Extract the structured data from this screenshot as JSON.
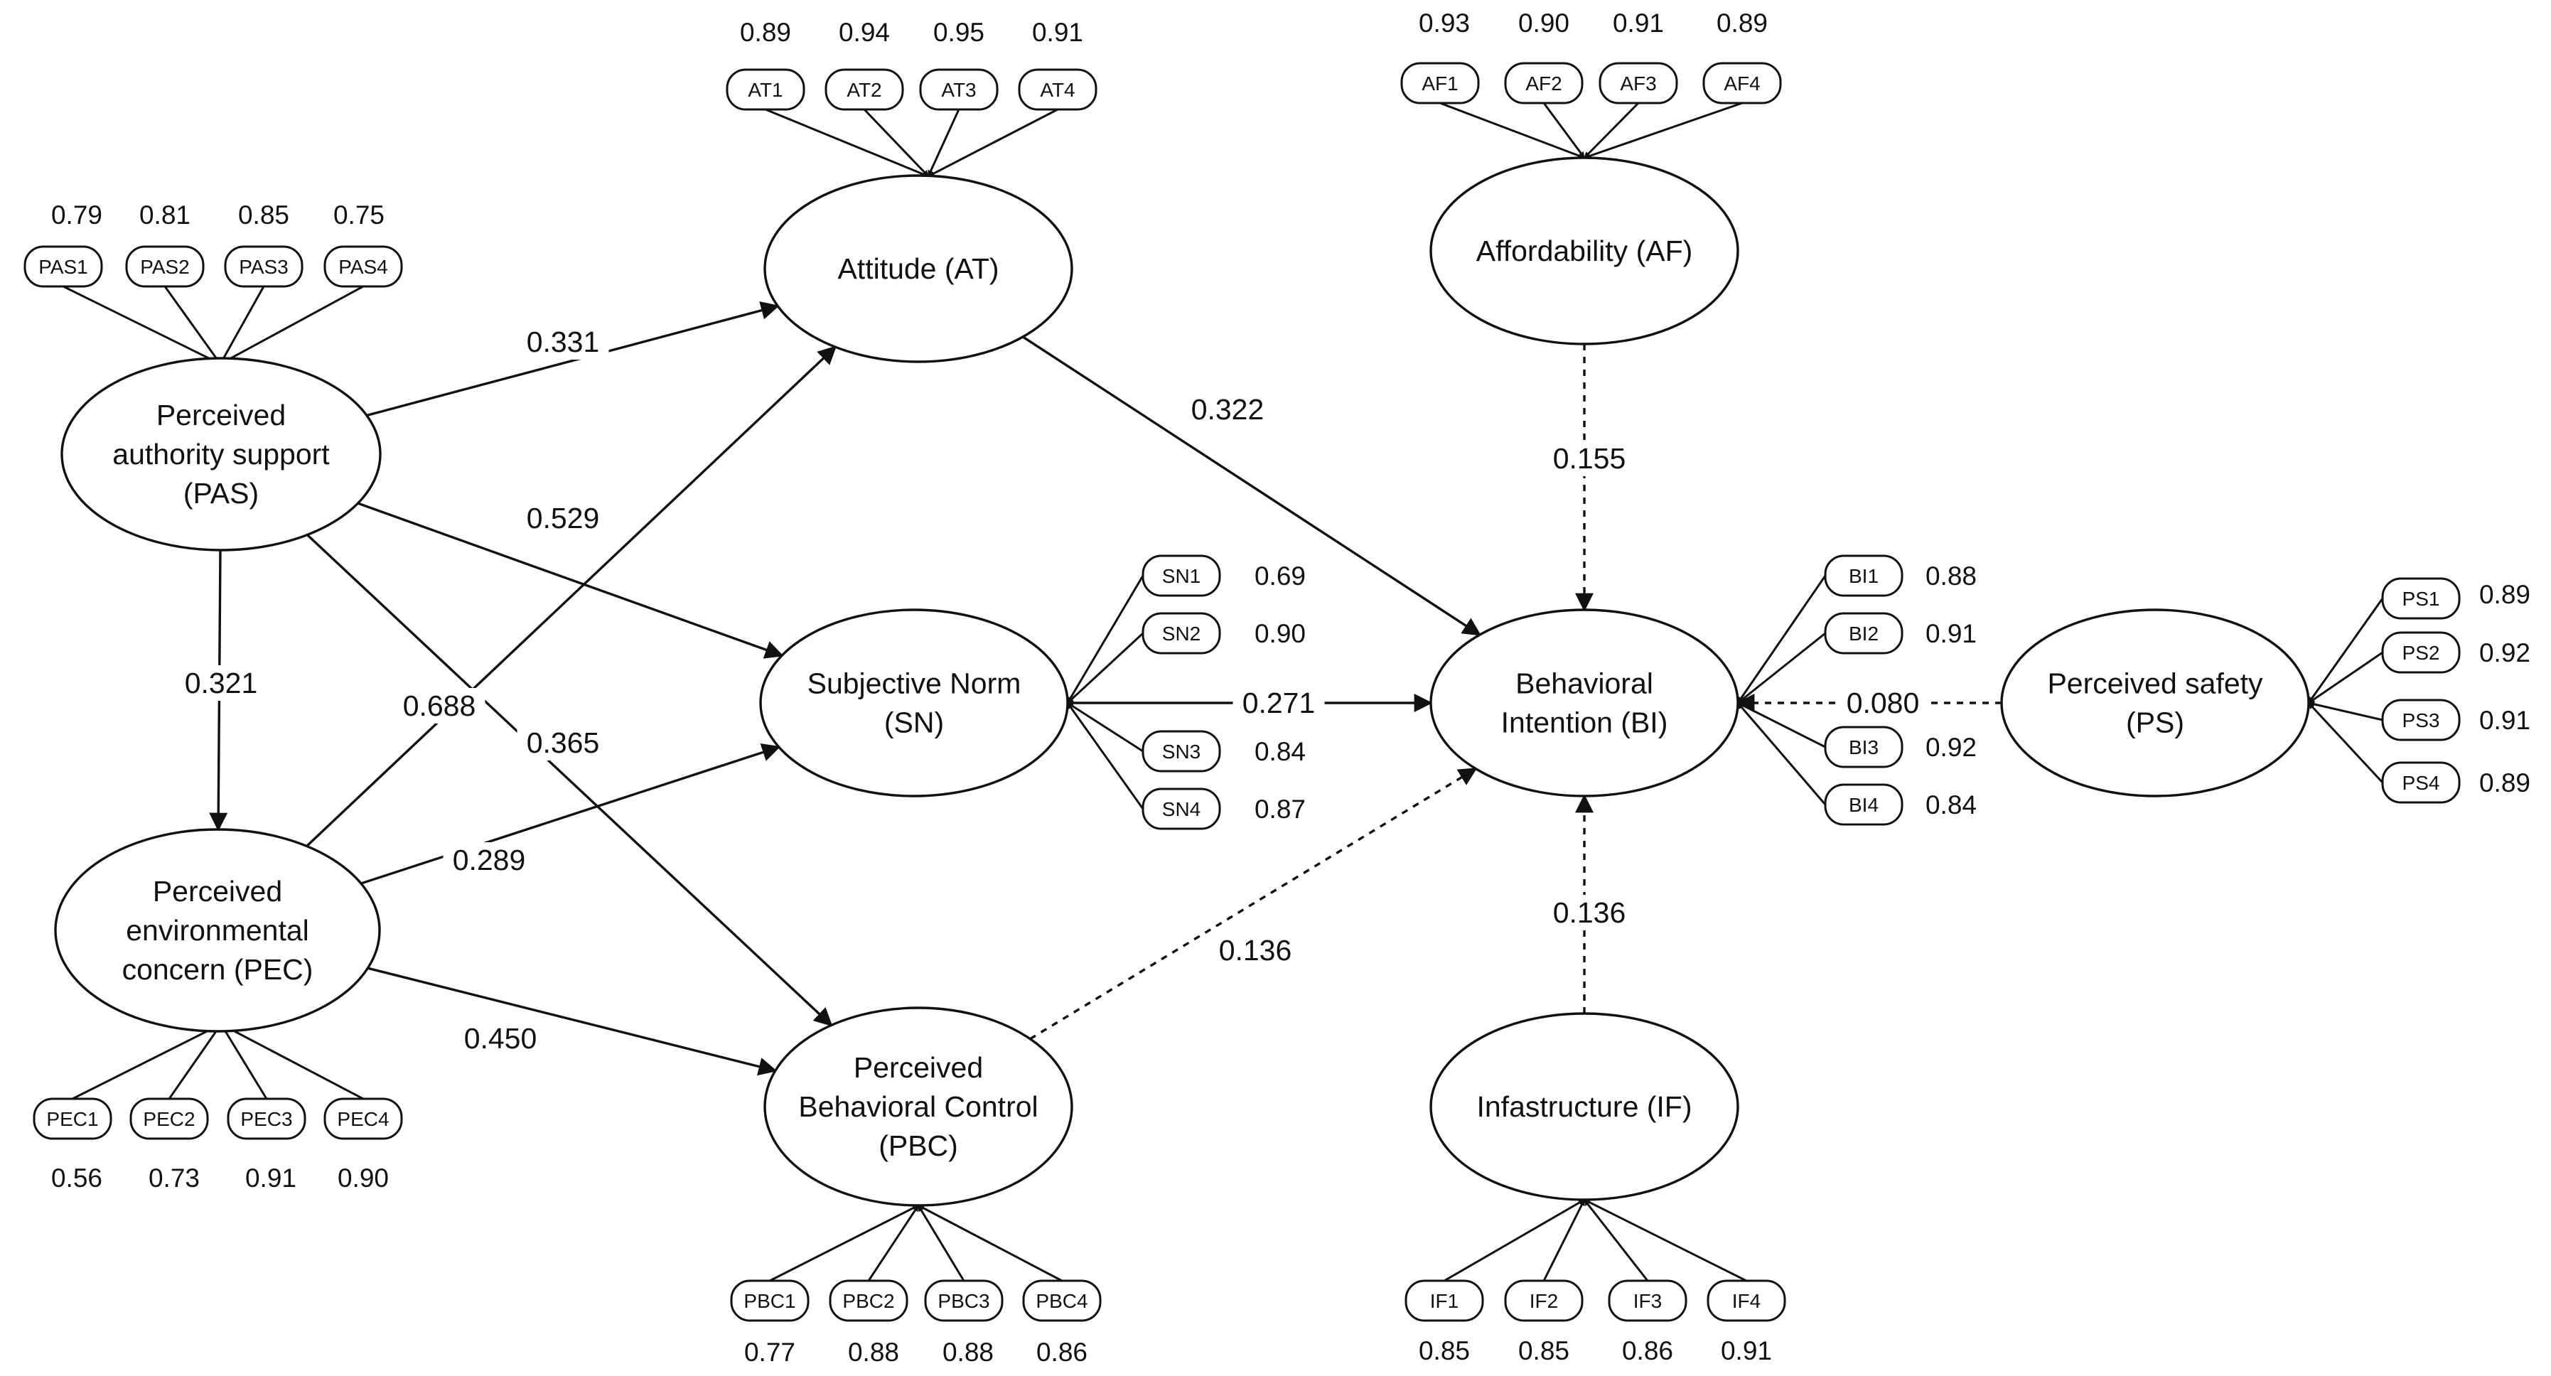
{
  "constructs": {
    "PAS": {
      "lines": [
        "Perceived",
        "authority support",
        "(PAS)"
      ]
    },
    "PEC": {
      "lines": [
        "Perceived",
        "environmental",
        "concern (PEC)"
      ]
    },
    "AT": {
      "lines": [
        "Attitude (AT)"
      ]
    },
    "SN": {
      "lines": [
        "Subjective Norm",
        "(SN)"
      ]
    },
    "PBC": {
      "lines": [
        "Perceived",
        "Behavioral Control",
        "(PBC)"
      ]
    },
    "AF": {
      "lines": [
        "Affordability (AF)"
      ]
    },
    "BI": {
      "lines": [
        "Behavioral",
        "Intention (BI)"
      ]
    },
    "IF": {
      "lines": [
        "Infastructure (IF)"
      ]
    },
    "PS": {
      "lines": [
        "Perceived safety",
        "(PS)"
      ]
    }
  },
  "items": {
    "PAS": [
      {
        "label": "PAS1",
        "loading": "0.79"
      },
      {
        "label": "PAS2",
        "loading": "0.81"
      },
      {
        "label": "PAS3",
        "loading": "0.85"
      },
      {
        "label": "PAS4",
        "loading": "0.75"
      }
    ],
    "AT": [
      {
        "label": "AT1",
        "loading": "0.89"
      },
      {
        "label": "AT2",
        "loading": "0.94"
      },
      {
        "label": "AT3",
        "loading": "0.95"
      },
      {
        "label": "AT4",
        "loading": "0.91"
      }
    ],
    "AF": [
      {
        "label": "AF1",
        "loading": "0.93"
      },
      {
        "label": "AF2",
        "loading": "0.90"
      },
      {
        "label": "AF3",
        "loading": "0.91"
      },
      {
        "label": "AF4",
        "loading": "0.89"
      }
    ],
    "SN": [
      {
        "label": "SN1",
        "loading": "0.69"
      },
      {
        "label": "SN2",
        "loading": "0.90"
      },
      {
        "label": "SN3",
        "loading": "0.84"
      },
      {
        "label": "SN4",
        "loading": "0.87"
      }
    ],
    "BI": [
      {
        "label": "BI1",
        "loading": "0.88"
      },
      {
        "label": "BI2",
        "loading": "0.91"
      },
      {
        "label": "BI3",
        "loading": "0.92"
      },
      {
        "label": "BI4",
        "loading": "0.84"
      }
    ],
    "PS": [
      {
        "label": "PS1",
        "loading": "0.89"
      },
      {
        "label": "PS2",
        "loading": "0.92"
      },
      {
        "label": "PS3",
        "loading": "0.91"
      },
      {
        "label": "PS4",
        "loading": "0.89"
      }
    ],
    "PEC": [
      {
        "label": "PEC1",
        "loading": "0.56"
      },
      {
        "label": "PEC2",
        "loading": "0.73"
      },
      {
        "label": "PEC3",
        "loading": "0.91"
      },
      {
        "label": "PEC4",
        "loading": "0.90"
      }
    ],
    "PBC": [
      {
        "label": "PBC1",
        "loading": "0.77"
      },
      {
        "label": "PBC2",
        "loading": "0.88"
      },
      {
        "label": "PBC3",
        "loading": "0.88"
      },
      {
        "label": "PBC4",
        "loading": "0.86"
      }
    ],
    "IF": [
      {
        "label": "IF1",
        "loading": "0.85"
      },
      {
        "label": "IF2",
        "loading": "0.85"
      },
      {
        "label": "IF3",
        "loading": "0.86"
      },
      {
        "label": "IF4",
        "loading": "0.91"
      }
    ]
  },
  "paths": [
    {
      "from": "PAS",
      "to": "AT",
      "coefficient": "0.331",
      "dashed": false
    },
    {
      "from": "PAS",
      "to": "SN",
      "coefficient": "0.529",
      "dashed": false
    },
    {
      "from": "PAS",
      "to": "PEC",
      "coefficient": "0.321",
      "dashed": false
    },
    {
      "from": "PAS",
      "to": "PBC",
      "coefficient": "0.365",
      "dashed": false
    },
    {
      "from": "PEC",
      "to": "AT",
      "coefficient": "0.688",
      "dashed": false
    },
    {
      "from": "PEC",
      "to": "SN",
      "coefficient": "0.289",
      "dashed": false
    },
    {
      "from": "PEC",
      "to": "PBC",
      "coefficient": "0.450",
      "dashed": false
    },
    {
      "from": "AT",
      "to": "BI",
      "coefficient": "0.322",
      "dashed": false
    },
    {
      "from": "SN",
      "to": "BI",
      "coefficient": "0.271",
      "dashed": false
    },
    {
      "from": "PBC",
      "to": "BI",
      "coefficient": "0.136",
      "dashed": true
    },
    {
      "from": "AF",
      "to": "BI",
      "coefficient": "0.155",
      "dashed": true
    },
    {
      "from": "IF",
      "to": "BI",
      "coefficient": "0.136",
      "dashed": true
    },
    {
      "from": "PS",
      "to": "BI",
      "coefficient": "0.080",
      "dashed": true
    }
  ]
}
